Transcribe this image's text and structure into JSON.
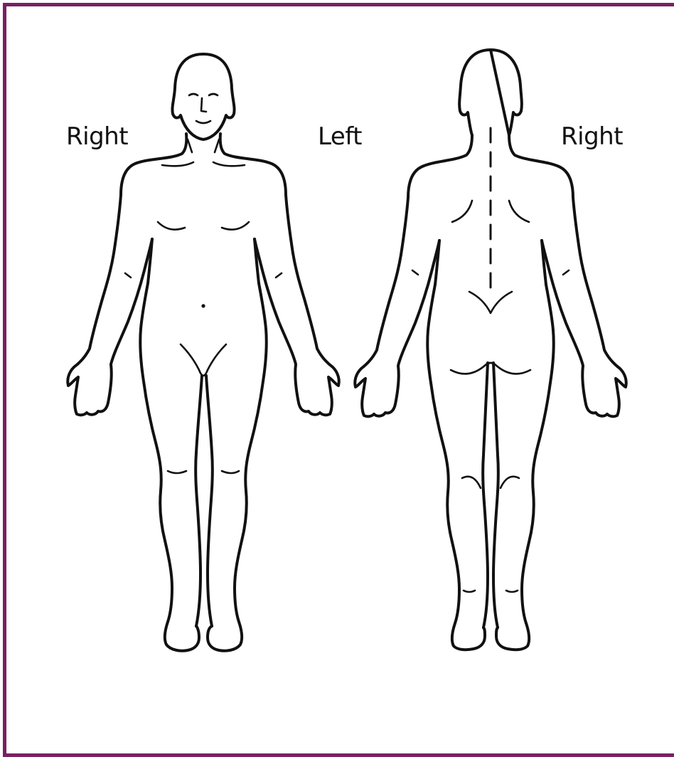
{
  "diagram": {
    "labels": {
      "front_right": "Right",
      "middle_left": "Left",
      "back_right": "Right"
    },
    "views": [
      "front-view",
      "back-view"
    ],
    "colors": {
      "frame": "#7a1f63",
      "outline": "#111111",
      "background": "#ffffff"
    }
  }
}
